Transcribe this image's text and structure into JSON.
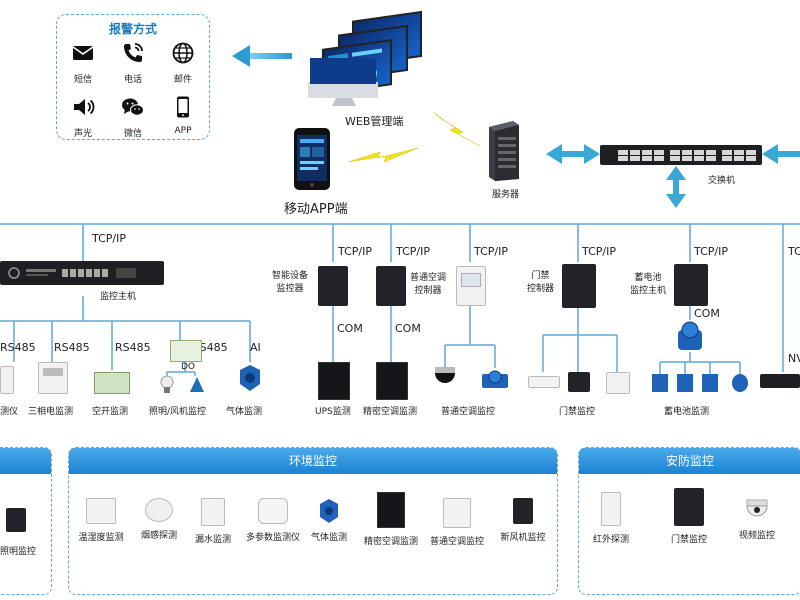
{
  "alarm": {
    "title": "报警方式",
    "items": [
      {
        "label": "短信",
        "icon": "envelope-icon"
      },
      {
        "label": "电话",
        "icon": "phone-icon"
      },
      {
        "label": "邮件",
        "icon": "globe-icon"
      },
      {
        "label": "声光",
        "icon": "speaker-icon"
      },
      {
        "label": "微信",
        "icon": "wechat-icon"
      },
      {
        "label": "APP",
        "icon": "smartphone-icon"
      }
    ]
  },
  "top": {
    "web_label": "WEB管理端",
    "app_label": "移动APP端",
    "server_label": "服务器",
    "switch_label": "交换机"
  },
  "protocols": {
    "tcpip": "TCP/IP",
    "rs485": "RS485",
    "com": "COM",
    "do": "DO",
    "ai": "AI",
    "nv_partial": "NV",
    "tc_partial": "TC"
  },
  "host": {
    "label": "监控主机"
  },
  "controllers": {
    "smart": "智能设备\n监控器",
    "ac": "普通空调\n控制器",
    "door": "门禁\n控制器",
    "battery": "蓄电池\n监控主机"
  },
  "sensors": {
    "partial_left": "测仪",
    "three_phase": "三相电监测",
    "switch": "空开监测",
    "light_fan": "照明/风机监控",
    "gas": "气体监测",
    "ups": "UPS监测",
    "precision_ac": "精密空调监测",
    "normal_ac": "普通空调监控",
    "door": "门禁监控",
    "battery": "蓄电池监测"
  },
  "panels": {
    "env_title": "环境监控",
    "sec_title": "安防监控",
    "left_partial_item": "照明监控",
    "env_items": [
      "温湿度监测",
      "烟感探测",
      "漏水监测",
      "多参数监测仪",
      "气体监测",
      "精密空调监测",
      "普通空调监控",
      "新风机监控"
    ],
    "sec_items": [
      "红外探测",
      "门禁监控",
      "视频监控"
    ]
  },
  "colors": {
    "accent_blue": "#1b82d1",
    "line_blue": "#5fa7d9",
    "arrow_cyan": "#38a9d6",
    "lightning_yellow": "#f2e21b"
  }
}
